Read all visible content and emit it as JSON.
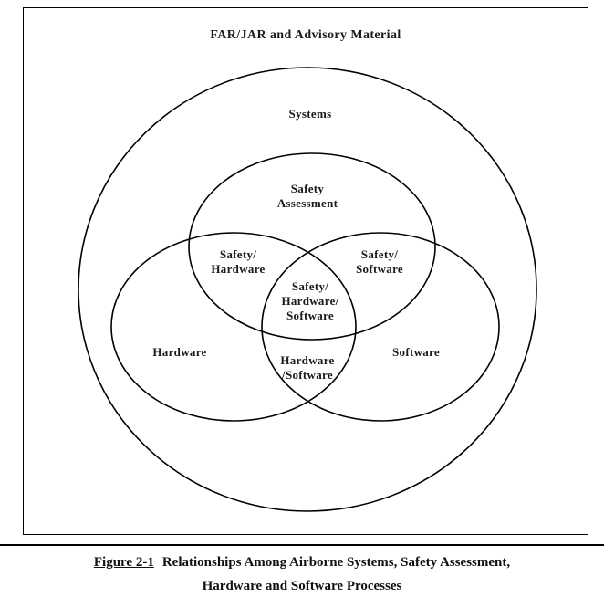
{
  "figure": {
    "title": "FAR/JAR and Advisory Material",
    "labels": {
      "systems": "Systems",
      "safety_assessment": "Safety\nAssessment",
      "safety_hardware": "Safety/\nHardware",
      "safety_software": "Safety/\nSoftware",
      "safety_hardware_software": "Safety/\nHardware/\nSoftware",
      "hardware": "Hardware",
      "software": "Software",
      "hardware_software": "Hardware\n/Software"
    }
  },
  "caption": {
    "figure_label": "Figure 2-1",
    "line1": "Relationships Among Airborne Systems, Safety Assessment,",
    "line2": "Hardware and Software Processes"
  },
  "colors": {
    "stroke": "#000000",
    "background": "#ffffff"
  }
}
